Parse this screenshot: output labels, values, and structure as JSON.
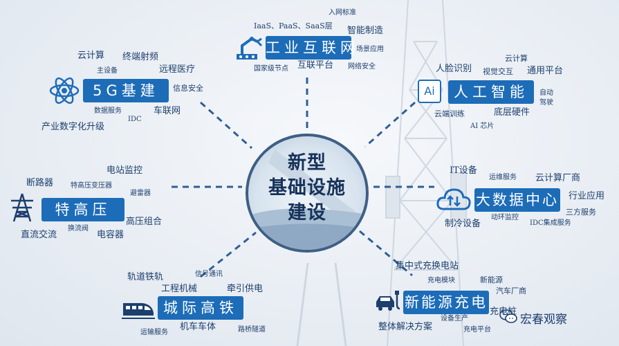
{
  "center": {
    "line1": "新型",
    "line2": "基础设施",
    "line3": "建设"
  },
  "categories": {
    "industrial_internet": {
      "label": "工业互联网",
      "keywords": [
        "IaaS、PaaS、SaaS层",
        "入网标准",
        "智能制造",
        "场景应用",
        "国家级节点",
        "互联平台",
        "网络安全"
      ]
    },
    "fiveg": {
      "label": "5G基建",
      "keywords": [
        "云计算",
        "终端射频",
        "主设备",
        "远程医疗",
        "信息安全",
        "数据服务",
        "车联网",
        "IDC",
        "产业数字化升级"
      ]
    },
    "ai": {
      "label": "人工智能",
      "icon_text": "Ai",
      "keywords": [
        "云计算",
        "人脸识别",
        "视觉交互",
        "通用平台",
        "自动",
        "驾驶",
        "云端训练",
        "底层硬件",
        "AI 芯片"
      ]
    },
    "uhv": {
      "label": "特高压",
      "keywords": [
        "断路器",
        "电站监控",
        "特高压变压器",
        "避雷器",
        "高压组合",
        "换流阀",
        "直流交流",
        "电容器"
      ]
    },
    "bigdata": {
      "label": "大数据中心",
      "keywords": [
        "IT设备",
        "运维服务",
        "云计算厂商",
        "行业应用",
        "三方服务",
        "动环监控",
        "IDC集成服务",
        "制冷设备"
      ]
    },
    "railway": {
      "label": "城际高铁",
      "keywords": [
        "轨道铁轨",
        "信号通讯",
        "工程机械",
        "牵引供电",
        "运输服务",
        "机车车体",
        "路桥隧道"
      ]
    },
    "nev": {
      "label": "新能源充电",
      "keywords": [
        "集中式充换电站",
        "充电模块",
        "新能源",
        "汽车厂商",
        "充电桩",
        "设备生产",
        "整体解决方案",
        "充电平台"
      ]
    }
  },
  "watermark": "宏春观察",
  "icons": [
    "robot-arm-icon",
    "atom-icon",
    "ai-chip-icon",
    "power-tower-icon",
    "cloud-data-icon",
    "train-icon",
    "charging-car-icon",
    "wechat-icon"
  ],
  "colors": {
    "badge": "#1d6cb8",
    "text": "#1d3f6e",
    "lines": "#2f5f95"
  }
}
